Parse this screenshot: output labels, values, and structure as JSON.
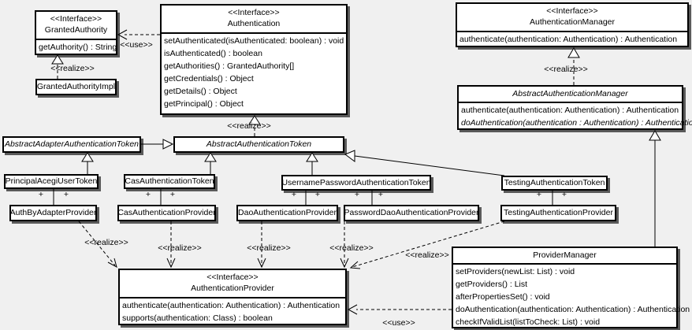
{
  "diagram": {
    "background_color": "#f0f0f0",
    "box_fill": "#ffffff",
    "border_color": "#000000",
    "shadow_color": "#5a5a5a"
  },
  "labels": {
    "realize": "<<realize>>",
    "use": "<<use>>",
    "plus": "+"
  },
  "classes": {
    "granted_authority": {
      "stereotype": "<<Interface>>",
      "name": "GrantedAuthority",
      "methods": [
        "getAuthority() : String"
      ]
    },
    "granted_authority_impl": {
      "name": "GrantedAuthorityImpl"
    },
    "authentication": {
      "stereotype": "<<Interface>>",
      "name": "Authentication",
      "methods": [
        "setAuthenticated(isAuthenticated: boolean) : void",
        "isAuthenticated() : boolean",
        "getAuthorities() : GrantedAuthority[]",
        "getCredentials() : Object",
        "getDetails() : Object",
        "getPrincipal() : Object"
      ]
    },
    "authentication_manager": {
      "stereotype": "<<Interface>>",
      "name": "AuthenticationManager",
      "methods": [
        "authenticate(authentication: Authentication) : Authentication"
      ]
    },
    "abstract_authentication_manager": {
      "name": "AbstractAuthenticationManager",
      "abstract": true,
      "methods": [
        "authenticate(authentication: Authentication) : Authentication",
        "doAuthentication(authentication : Authentication) : Authentication"
      ]
    },
    "abstract_adapter_authentication_token": {
      "name": "AbstractAdapterAuthenticationToken",
      "abstract": true
    },
    "abstract_authentication_token": {
      "name": "AbstractAuthenticationToken",
      "abstract": true
    },
    "principal_acegi_user_token": {
      "name": "PrincipalAcegiUserToken"
    },
    "cas_authentication_token": {
      "name": "CasAuthenticationToken"
    },
    "username_password_authentication_token": {
      "name": "UsernamePasswordAuthenticationToken"
    },
    "testing_authentication_token": {
      "name": "TestingAuthenticationToken"
    },
    "auth_by_adapter_provider": {
      "name": "AuthByAdapterProvider"
    },
    "cas_authentication_provider": {
      "name": "CasAuthenticationProvider"
    },
    "dao_authentication_provider": {
      "name": "DaoAuthenticationProvider"
    },
    "password_dao_authentication_provider": {
      "name": "PasswordDaoAuthenticationProvider"
    },
    "testing_authentication_provider": {
      "name": "TestingAuthenticationProvider"
    },
    "authentication_provider": {
      "stereotype": "<<Interface>>",
      "name": "AuthenticationProvider",
      "methods": [
        "authenticate(authentication: Authentication) : Authentication",
        "supports(authentication: Class) : boolean"
      ]
    },
    "provider_manager": {
      "name": "ProviderManager",
      "methods": [
        "setProviders(newList: List) : void",
        "getProviders() : List",
        "afterPropertiesSet() : void",
        "doAuthentication(authentication: Authentication) : Authentication",
        "checkIfValidList(listToCheck: List) : void"
      ]
    }
  },
  "relationships": [
    {
      "from": "GrantedAuthorityImpl",
      "to": "GrantedAuthority",
      "type": "realize",
      "label": "<<realize>>"
    },
    {
      "from": "Authentication",
      "to": "GrantedAuthority",
      "type": "use",
      "label": "<<use>>"
    },
    {
      "from": "AbstractAuthenticationToken",
      "to": "Authentication",
      "type": "realize",
      "label": "<<realize>>"
    },
    {
      "from": "AbstractAuthenticationManager",
      "to": "AuthenticationManager",
      "type": "realize",
      "label": "<<realize>>"
    },
    {
      "from": "AbstractAdapterAuthenticationToken",
      "to": "AbstractAuthenticationToken",
      "type": "generalization"
    },
    {
      "from": "PrincipalAcegiUserToken",
      "to": "AbstractAdapterAuthenticationToken",
      "type": "generalization"
    },
    {
      "from": "CasAuthenticationToken",
      "to": "AbstractAuthenticationToken",
      "type": "generalization"
    },
    {
      "from": "UsernamePasswordAuthenticationToken",
      "to": "AbstractAuthenticationToken",
      "type": "generalization"
    },
    {
      "from": "TestingAuthenticationToken",
      "to": "AbstractAuthenticationToken",
      "type": "generalization"
    },
    {
      "from": "ProviderManager",
      "to": "AbstractAuthenticationManager",
      "type": "generalization"
    },
    {
      "from": "PrincipalAcegiUserToken",
      "to": "AuthByAdapterProvider",
      "type": "association",
      "end_labels": [
        "+",
        "+"
      ]
    },
    {
      "from": "CasAuthenticationToken",
      "to": "CasAuthenticationProvider",
      "type": "association",
      "end_labels": [
        "+",
        "+"
      ]
    },
    {
      "from": "UsernamePasswordAuthenticationToken",
      "to": "DaoAuthenticationProvider",
      "type": "association",
      "end_labels": [
        "+",
        "+"
      ]
    },
    {
      "from": "UsernamePasswordAuthenticationToken",
      "to": "PasswordDaoAuthenticationProvider",
      "type": "association",
      "end_labels": [
        "+",
        "+"
      ]
    },
    {
      "from": "TestingAuthenticationToken",
      "to": "TestingAuthenticationProvider",
      "type": "association",
      "end_labels": [
        "+",
        "+"
      ]
    },
    {
      "from": "AuthByAdapterProvider",
      "to": "AuthenticationProvider",
      "type": "realize",
      "label": "<<realize>>"
    },
    {
      "from": "CasAuthenticationProvider",
      "to": "AuthenticationProvider",
      "type": "realize",
      "label": "<<realize>>"
    },
    {
      "from": "DaoAuthenticationProvider",
      "to": "AuthenticationProvider",
      "type": "realize",
      "label": "<<realize>>"
    },
    {
      "from": "PasswordDaoAuthenticationProvider",
      "to": "AuthenticationProvider",
      "type": "realize",
      "label": "<<realize>>"
    },
    {
      "from": "TestingAuthenticationProvider",
      "to": "AuthenticationProvider",
      "type": "realize",
      "label": "<<realize>>"
    },
    {
      "from": "ProviderManager",
      "to": "AuthenticationProvider",
      "type": "use",
      "label": "<<use>>"
    }
  ]
}
